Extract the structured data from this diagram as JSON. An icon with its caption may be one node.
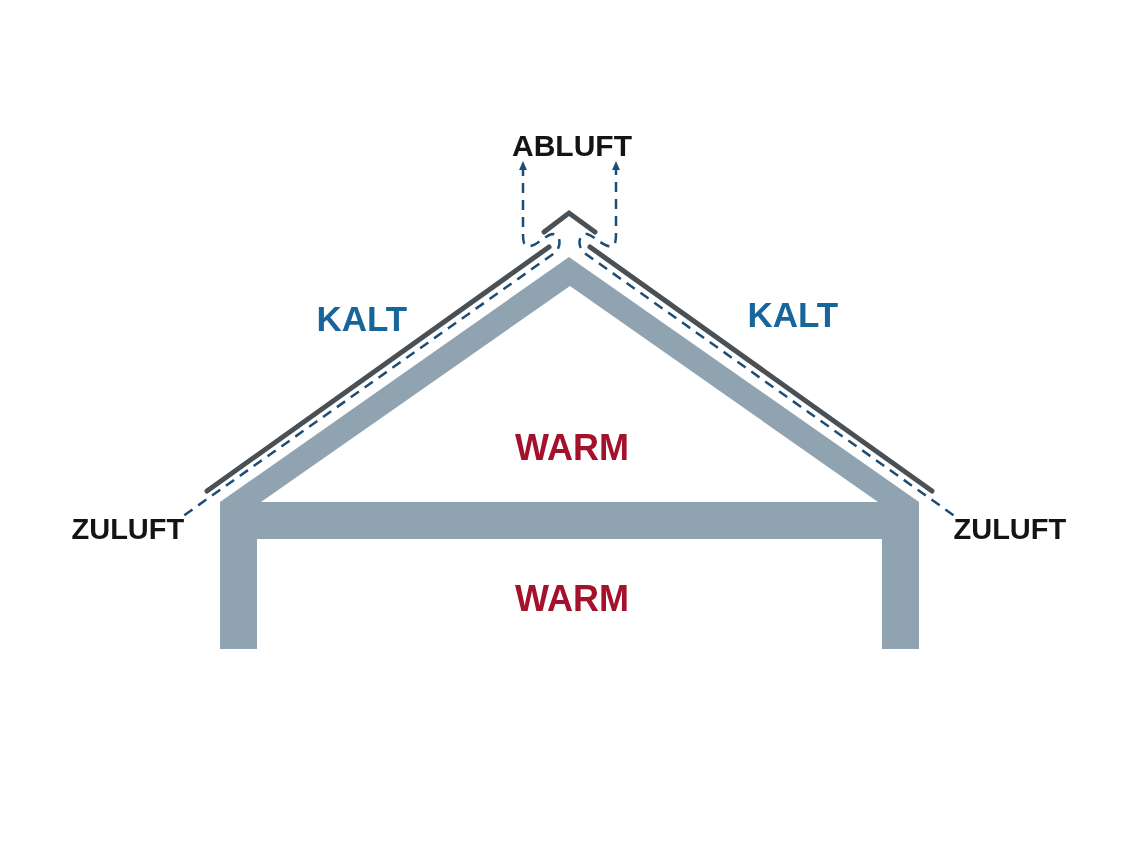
{
  "diagram": {
    "nodes": [
      {
        "text": [
          "ABLUFT"
        ]
      },
      {
        "text": [
          "ZULUFT"
        ]
      },
      {
        "text": [
          "ZULUFT"
        ]
      }
    ],
    "edges": [
      {
        "from": 1,
        "to": 0,
        "arrow": "to",
        "style": "dashed"
      },
      {
        "from": 2,
        "to": 0,
        "arrow": "to",
        "style": "dashed"
      }
    ],
    "labels": [
      "KALT",
      "KALT",
      "WARM",
      "WARM"
    ]
  }
}
